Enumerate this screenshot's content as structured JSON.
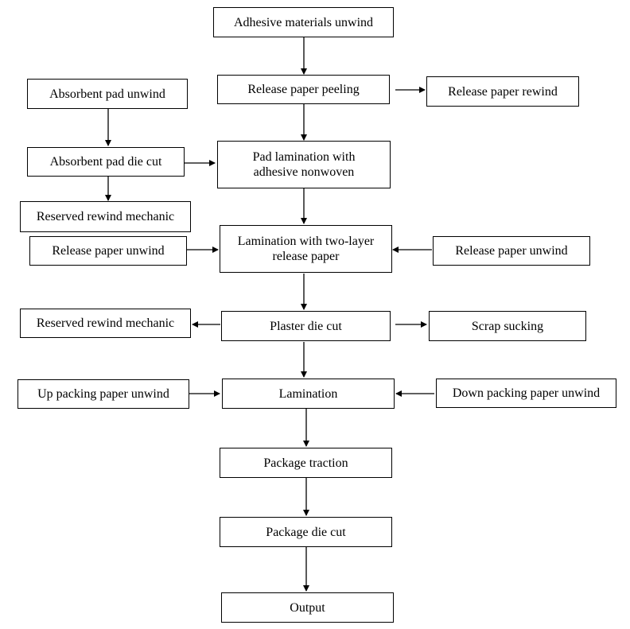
{
  "nodes": {
    "adhesive_unwind": "Adhesive materials unwind",
    "release_peeling": "Release paper peeling",
    "release_rewind": "Release paper rewind",
    "absorbent_unwind": "Absorbent pad unwind",
    "absorbent_diecut": "Absorbent pad die cut",
    "pad_lamination_l1": "Pad lamination with",
    "pad_lamination_l2": "adhesive nonwoven",
    "reserved_rewind_1": "Reserved rewind mechanic",
    "release_unwind_left": "Release paper unwind",
    "two_layer_l1": "Lamination with two-layer",
    "two_layer_l2": "release paper",
    "release_unwind_right": "Release paper unwind",
    "reserved_rewind_2": "Reserved rewind mechanic",
    "plaster_diecut": "Plaster die cut",
    "scrap_sucking": "Scrap sucking",
    "up_packing_unwind": "Up packing paper unwind",
    "lamination": "Lamination",
    "down_packing_unwind": "Down packing paper unwind",
    "package_traction": "Package traction",
    "package_diecut": "Package die cut",
    "output": "Output"
  },
  "edges": [
    [
      "adhesive_unwind",
      "release_peeling"
    ],
    [
      "release_peeling",
      "release_rewind"
    ],
    [
      "release_peeling",
      "pad_lamination"
    ],
    [
      "absorbent_unwind",
      "absorbent_diecut"
    ],
    [
      "absorbent_diecut",
      "pad_lamination"
    ],
    [
      "absorbent_diecut",
      "reserved_rewind_1"
    ],
    [
      "pad_lamination",
      "two_layer_lamination"
    ],
    [
      "release_unwind_left",
      "two_layer_lamination"
    ],
    [
      "release_unwind_right",
      "two_layer_lamination"
    ],
    [
      "two_layer_lamination",
      "plaster_diecut"
    ],
    [
      "plaster_diecut",
      "reserved_rewind_2"
    ],
    [
      "plaster_diecut",
      "scrap_sucking"
    ],
    [
      "plaster_diecut",
      "lamination"
    ],
    [
      "up_packing_unwind",
      "lamination"
    ],
    [
      "down_packing_unwind",
      "lamination"
    ],
    [
      "lamination",
      "package_traction"
    ],
    [
      "package_traction",
      "package_diecut"
    ],
    [
      "package_diecut",
      "output"
    ]
  ]
}
